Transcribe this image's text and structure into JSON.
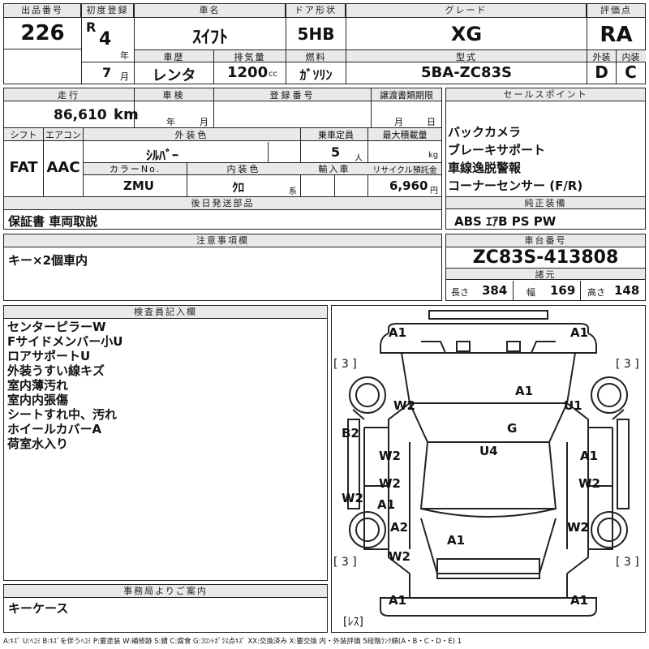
{
  "header": {
    "lot_label": "出品番号",
    "lot_value": "226",
    "first_reg_label": "初度登録",
    "era": "R",
    "year_value": "4",
    "year_unit": "年",
    "month_value": "7",
    "month_unit": "月",
    "name_label": "車名",
    "name_value": "ｽｲﾌﾄ",
    "door_label": "ドア形状",
    "door_value": "5HB",
    "grade_label": "グレード",
    "grade_value": "XG",
    "score_label": "評価点",
    "score_value": "RA",
    "history_label": "車歴",
    "history_value": "レンタ",
    "displacement_label": "排気量",
    "displacement_value": "1200",
    "displacement_unit": "cc",
    "fuel_label": "燃料",
    "fuel_value": "ｶﾞｿﾘﾝ",
    "model_label": "型式",
    "model_value": "5BA-ZC83S",
    "exterior_label": "外装",
    "exterior_value": "D",
    "interior_label": "内装",
    "interior_value": "C"
  },
  "row2": {
    "mileage_label": "走行",
    "mileage_value": "86,610",
    "mileage_unit": "km",
    "inspection_label": "車検",
    "inspection_year": "年",
    "inspection_month": "月",
    "reg_no_label": "登録番号",
    "transfer_label": "譲渡書類期限",
    "transfer_month": "月",
    "transfer_day": "日",
    "shift_label": "シフト",
    "shift_value": "FAT",
    "ac_label": "エアコン",
    "ac_value": "AAC",
    "ext_color_label": "外装色",
    "ext_color_value": "ｼﾙﾊﾞｰ",
    "capacity_label": "乗車定員",
    "capacity_value": "5",
    "capacity_unit": "人",
    "load_label": "最大積載量",
    "load_unit": "kg",
    "color_no_label": "カラーNo.",
    "color_no_value": "ZMU",
    "int_color_label": "内装色",
    "int_color_value": "ｸﾛ",
    "int_color_unit": "系",
    "import_label": "輸入車",
    "recycle_label": "リサイクル預託金",
    "recycle_value": "6,960",
    "recycle_unit": "円",
    "later_parts_label": "後日発送部品",
    "later_parts_value": "保証書 車両取説"
  },
  "sales_points": {
    "label": "セールスポイント",
    "items": [
      "バックカメラ",
      "ブレーキサポート",
      "車線逸脱警報",
      "コーナーセンサー (F/R)"
    ]
  },
  "equipment": {
    "label": "純正装備",
    "value": "ABS ｴｱB PS PW"
  },
  "notes": {
    "label": "注意事項欄",
    "value": "キー×2個車内"
  },
  "chassis": {
    "label": "車台番号",
    "value": "ZC83S-413808",
    "dims_label": "諸元",
    "length_label": "長さ",
    "length_value": "384",
    "width_label": "幅",
    "width_value": "169",
    "height_label": "高さ",
    "height_value": "148"
  },
  "inspector": {
    "label": "検査員記入欄",
    "items": [
      "センターピラーW",
      "Fサイドメンバー小U",
      "ロアサポートU",
      "外装うすい線キズ",
      "室内薄汚れ",
      "室内内張傷",
      "シートすれ中、汚れ",
      "ホイールカバーA",
      "荷室水入り"
    ]
  },
  "office": {
    "label": "事務局よりご案内",
    "value": "キーケース"
  },
  "diagram": {
    "marks": [
      "A1",
      "A1",
      "A1",
      "A1",
      "W2",
      "W2",
      "W2",
      "W2",
      "W2",
      "W2",
      "W2",
      "U1",
      "U4",
      "G",
      "B2",
      "A1",
      "A1",
      "A2",
      "A1",
      "W2",
      "A1",
      "A1"
    ],
    "tire_labels": [
      "[ 3 ]",
      "[ 3 ]",
      "[ 3 ]",
      "[ 3 ]"
    ],
    "spare_label": "[ﾚｽ]"
  },
  "legend": "A:ｷｽﾞ U:ﾍｺﾐ B:ｷｽﾞを伴うﾍｺﾐ P:要塗装 W:補修跡 S:錆 C:腐食 G:ﾌﾛﾝﾄｶﾞﾗｽ点ｷｽﾞ XX:交換済み X:要交換 内・外装評価 5段階ﾗﾝｸ順(A・B・C・D・E) 1"
}
